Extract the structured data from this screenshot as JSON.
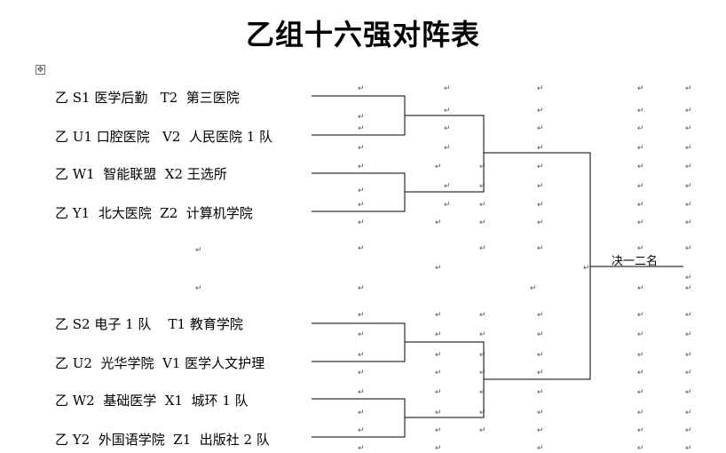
{
  "title": "乙组十六强对阵表",
  "anchor_icon": "move-handle-icon",
  "para_mark": "↵",
  "teams": [
    "乙 S1 医学后勤   T2  第三医院",
    "乙 U1 口腔医院   V2  人民医院 1 队",
    "乙 W1  智能联盟  X2 王选所",
    "乙 Y1  北大医院  Z2  计算机学院",
    "乙 S2 电子 1 队    T1 教育学院",
    "乙 U2  光华学院  V1 医学人文护理",
    "乙 W2  基础医学  X1  城环 1 队",
    "乙 Y2  外国语学院  Z1  出版社 2 队"
  ],
  "final_label": "决一二名"
}
